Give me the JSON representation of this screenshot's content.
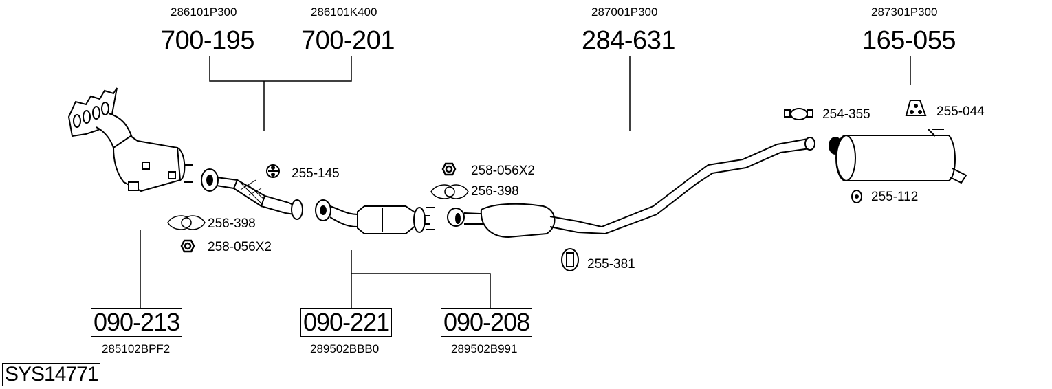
{
  "system_id": "SYS14771",
  "top_parts": [
    {
      "part_no": "700-195",
      "oem": "286101P300"
    },
    {
      "part_no": "700-201",
      "oem": "286101K400"
    },
    {
      "part_no": "284-631",
      "oem": "287001P300"
    },
    {
      "part_no": "165-055",
      "oem": "287301P300"
    }
  ],
  "bottom_parts": [
    {
      "part_no": "090-213",
      "oem": "285102BPF2"
    },
    {
      "part_no": "090-221",
      "oem": "289502BBB0"
    },
    {
      "part_no": "090-208",
      "oem": "289502B991"
    }
  ],
  "accessories": [
    {
      "part_no": "255-145",
      "icon": "rubber-hanger-icon"
    },
    {
      "part_no": "256-398",
      "icon": "gasket-icon"
    },
    {
      "part_no": "258-056X2",
      "icon": "nut-icon"
    },
    {
      "part_no": "258-056X2",
      "icon": "nut-icon"
    },
    {
      "part_no": "256-398",
      "icon": "gasket-icon"
    },
    {
      "part_no": "255-381",
      "icon": "rubber-hanger-icon"
    },
    {
      "part_no": "254-355",
      "icon": "pipe-clamp-icon"
    },
    {
      "part_no": "255-044",
      "icon": "rubber-mount-icon"
    },
    {
      "part_no": "255-112",
      "icon": "rubber-ring-icon"
    }
  ]
}
